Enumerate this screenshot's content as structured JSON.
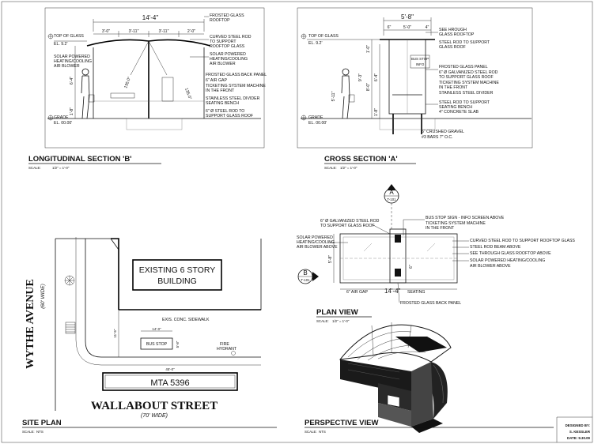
{
  "sections": {
    "longitudinal": {
      "title": "LONGITUDINAL SECTION 'B'",
      "scale_label": "SCALE:",
      "scale": "1/2\" = 1'-0\"",
      "dims": {
        "overall": "14'-4\"",
        "d1": "3'-0\"",
        "d2": "3'-11\"",
        "d3": "3'-11\"",
        "d4": "2'-0\"",
        "v1": "6'-4\"",
        "v2": "1'-8\"",
        "ang1": "135.0°",
        "ang2": "135.0°"
      },
      "levels": {
        "top_label": "TOP OF GLASS",
        "top_el": "EL. 9.2'",
        "grade_label": "GRADE",
        "grade_el": "EL. 00.00'"
      },
      "notes_left": [
        "SOLAR POWERED",
        "HEATING/COOLING",
        "AIR BLOWER"
      ],
      "notes_right": [
        "FROSTED GLASS",
        "ROOFTOP",
        "CURVED STEEL ROD",
        "TO SUPPORT",
        "ROOFTOP GLASS",
        "SOLAR POWERED",
        "HEATING/COOLING",
        "AIR BLOWER",
        "FROSTED GLASS BACK PANEL",
        "6\" AIR GAP",
        "TICKETING SYSTEM MACHINE",
        "IN THE FRONT",
        "STAINLESS STEEL DIVIDER",
        "SEATING BENCH",
        "6\" Ø STEEL ROD TO",
        "SUPPORT GLASS ROOF"
      ]
    },
    "cross": {
      "title": "CROSS SECTION 'A'",
      "scale_label": "SCALE:",
      "scale": "1/2\" = 1'-0\"",
      "dims": {
        "overall": "5'-8\"",
        "inner": "5'-0\"",
        "side_l": "6\"",
        "side_r": "4\"",
        "v_top": "1'-0\"",
        "v_mid": "6'-4\"",
        "v_tot": "9'-3\"",
        "v_8": "8'-0\"",
        "v_man": "5'-11\"",
        "v_bot": "1'-8\""
      },
      "sign": [
        "BUS STOP",
        "INFO"
      ],
      "levels": {
        "top_label": "TOP OF GLASS",
        "top_el": "EL. 9.2'",
        "grade_label": "GRADE",
        "grade_el": "EL. 00.00'"
      },
      "notes_right": [
        "SEE HROUGH",
        "GLASS ROOFTOP",
        "STEEL ROD TO SUPPORT",
        "GLASS ROOF",
        "FROSTED GLASS PANEL",
        "6\" Ø GALVANIZED STEEL ROD",
        "TO SUPPORT GLASS ROOF",
        "TICKETING SYSTEM MACHINE",
        "IN THE FRONT",
        "STAINLESS STEEL DIVIDER",
        "STEEL ROD TO SUPPORT",
        "SEATING BENCH",
        "4\" CONCRETE SLAB"
      ],
      "notes_bottom": [
        "6\" CRUSHED GRAVEL",
        "#3 BARS 7\" O.C."
      ]
    }
  },
  "plan_view": {
    "title": "PLAN VIEW",
    "scale_label": "SCALE:",
    "scale": "1/2\" = 1'-0\"",
    "marker_a": {
      "letter": "A",
      "ref": "T-101"
    },
    "marker_b": {
      "letter": "B",
      "ref": "T-101"
    },
    "dims": {
      "air_gap": "6\" AIR GAP",
      "overall": "14'-4\"",
      "seating": "SEATING",
      "v": "5'-8\"",
      "v2": "6\""
    },
    "notes_left": [
      "6\" Ø GALVANIZED STEEL ROD",
      "TO SUPPORT GLASS ROOF",
      "SOLAR POWERED",
      "HEATING/COOLING",
      "AIR BLOWER ABOVE"
    ],
    "notes_top": [
      "BUS STOP SIGN - INFO SCREEN ABOVE",
      "TICKETING SYSTEM MACHINE",
      "IN THE FRONT"
    ],
    "notes_right": [
      "CURVED STEEL ROD TO SUPPORT ROOFTOP GLASS",
      "STEEL ROD BEAM ABOVE",
      "SEE THROUGH GLASS ROOFTOP ABOVE",
      "SOLAR POWERED  HEATING/COOLING",
      "AIR BLOWER ABOVE"
    ],
    "note_bottom": "FROSTED GLASS BACK PANEL"
  },
  "site_plan": {
    "title": "SITE PLAN",
    "scale_label": "SCALE:",
    "scale": "NTS",
    "building": [
      "EXISTING 6 STORY",
      "BUILDING"
    ],
    "sidewalk": "EXIS. CONC. SIDEWALK",
    "bus_stop": "BUS STOP",
    "bus_dim_h": "14'-0\"",
    "bus_dim_v": "5'-8\"",
    "sidewalk_dim": "11'-5\"",
    "fire": [
      "FIRE",
      "HYDRANT"
    ],
    "bus": "MTA 5396",
    "bus_dim": "45'-0\"",
    "avenue": "WYTHE AVENUE",
    "avenue_width": "(60' WIDE)",
    "street": "WALLABOUT STREET",
    "street_width": "(70' WIDE)"
  },
  "perspective": {
    "title": "PERSPECTIVE VIEW",
    "scale_label": "SCALE:",
    "scale": "NTS"
  },
  "titleblock": {
    "designed_by": "DESIGNED BY:",
    "name": "S. KESSLER",
    "date": "DATE: 9.30.09"
  }
}
